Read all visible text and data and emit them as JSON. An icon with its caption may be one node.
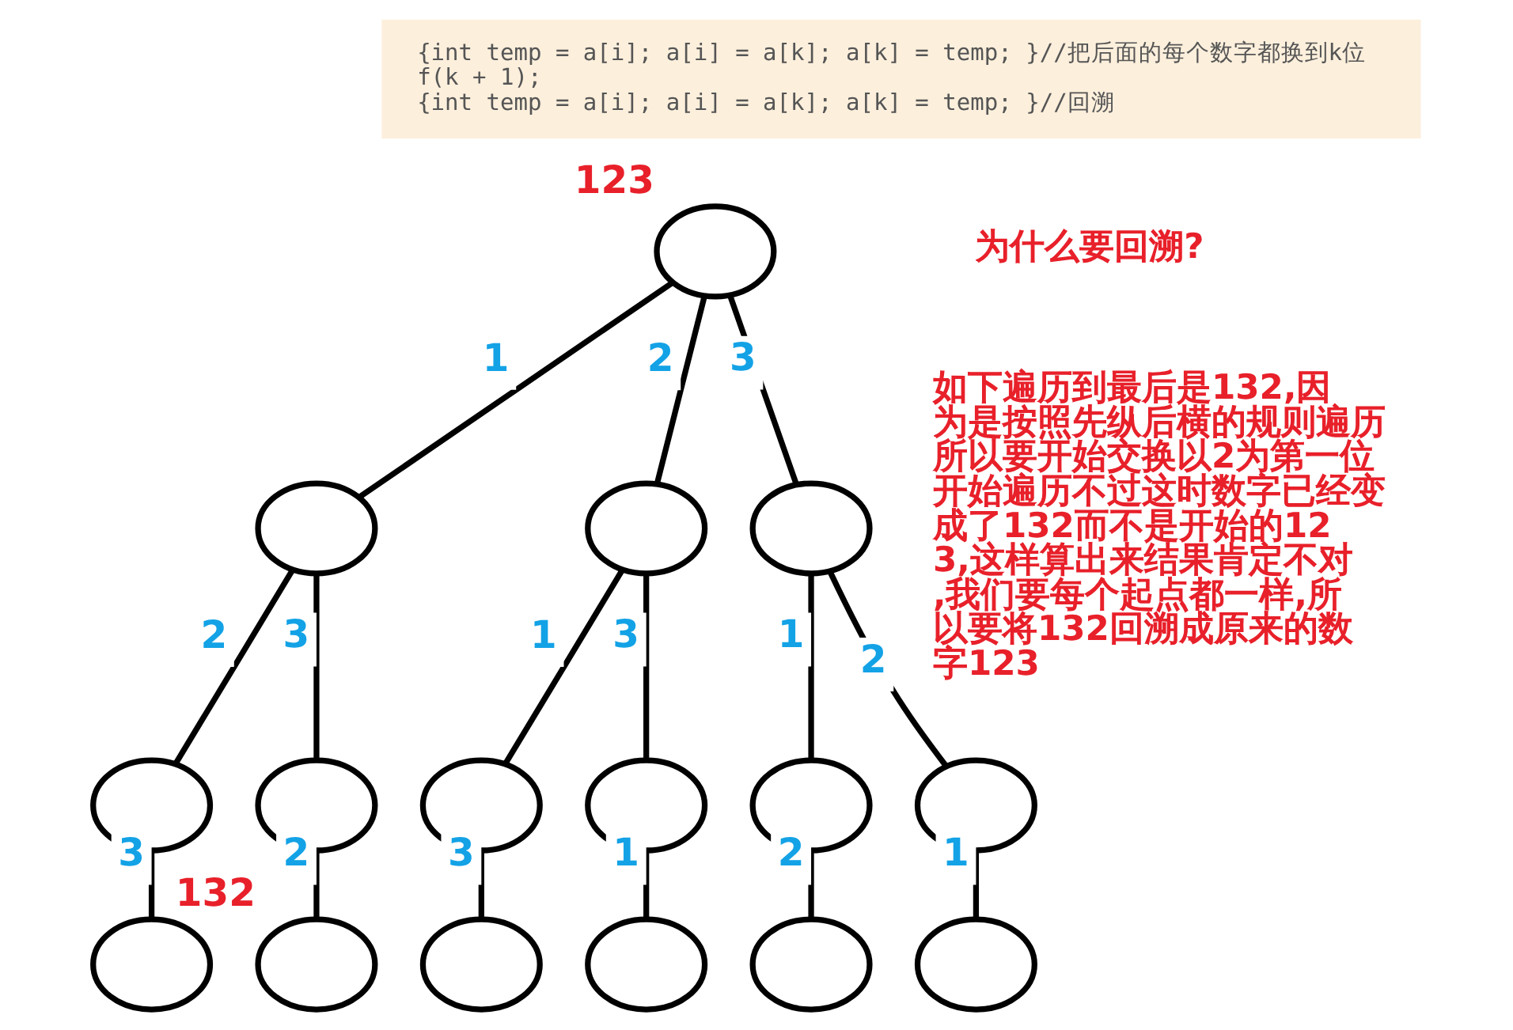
{
  "diagram": {
    "nodes": [
      {
        "text": [
          "{int temp = a[i]; a[i] = a[k]; a[k] = temp; }//把后面的每个数字都换到k位",
          "f(k + 1);",
          "{int temp = a[i]; a[i] = a[k]; a[k] = temp; }//回溯"
        ]
      },
      {
        "text": [],
        "shape": "circle",
        "beside": [
          "123"
        ]
      },
      {
        "text": [],
        "shape": "circle"
      },
      {
        "text": [],
        "shape": "circle"
      },
      {
        "text": [],
        "shape": "circle"
      },
      {
        "text": [],
        "shape": "circle"
      },
      {
        "text": [],
        "shape": "circle"
      },
      {
        "text": [],
        "shape": "circle"
      },
      {
        "text": [],
        "shape": "circle"
      },
      {
        "text": [],
        "shape": "circle"
      },
      {
        "text": [],
        "shape": "circle"
      },
      {
        "text": [],
        "shape": "circle"
      },
      {
        "text": [],
        "shape": "circle",
        "beside": [
          "132"
        ]
      },
      {
        "text": [],
        "shape": "circle"
      },
      {
        "text": [],
        "shape": "circle"
      },
      {
        "text": [],
        "shape": "circle"
      },
      {
        "text": [],
        "shape": "circle"
      }
    ],
    "edges": [
      {
        "from": 1,
        "to": 2,
        "arrow": "none",
        "label": "1"
      },
      {
        "from": 1,
        "to": 3,
        "arrow": "none",
        "label": "2"
      },
      {
        "from": 1,
        "to": 4,
        "arrow": "none",
        "label": "3"
      },
      {
        "from": 2,
        "to": 5,
        "arrow": "none",
        "label": "2"
      },
      {
        "from": 2,
        "to": 6,
        "arrow": "none",
        "label": "3"
      },
      {
        "from": 3,
        "to": 7,
        "arrow": "none",
        "label": "1"
      },
      {
        "from": 3,
        "to": 8,
        "arrow": "none",
        "label": "3"
      },
      {
        "from": 4,
        "to": 9,
        "arrow": "none",
        "label": "1"
      },
      {
        "from": 4,
        "to": 10,
        "arrow": "none",
        "label": "2"
      },
      {
        "from": 5,
        "to": 11,
        "arrow": "none",
        "label": "3"
      },
      {
        "from": 6,
        "to": 12,
        "arrow": "none",
        "label": "2"
      },
      {
        "from": 7,
        "to": 13,
        "arrow": "none",
        "label": "3"
      },
      {
        "from": 8,
        "to": 14,
        "arrow": "none",
        "label": "1"
      },
      {
        "from": 9,
        "to": 15,
        "arrow": "none",
        "label": "2"
      },
      {
        "from": 10,
        "to": 16,
        "arrow": "none",
        "label": "1"
      }
    ],
    "labels": [
      "为什么要回溯?",
      "如下遍历到最后是132,因为是按照先纵后横的规则遍历所以要开始交换以2为第一位开始遍历不过这时数字已经变成了132而不是开始的123,这样算出来结果肯定不对,我们要每个起点都一样,所以要将132回溯成原来的数字123"
    ]
  }
}
